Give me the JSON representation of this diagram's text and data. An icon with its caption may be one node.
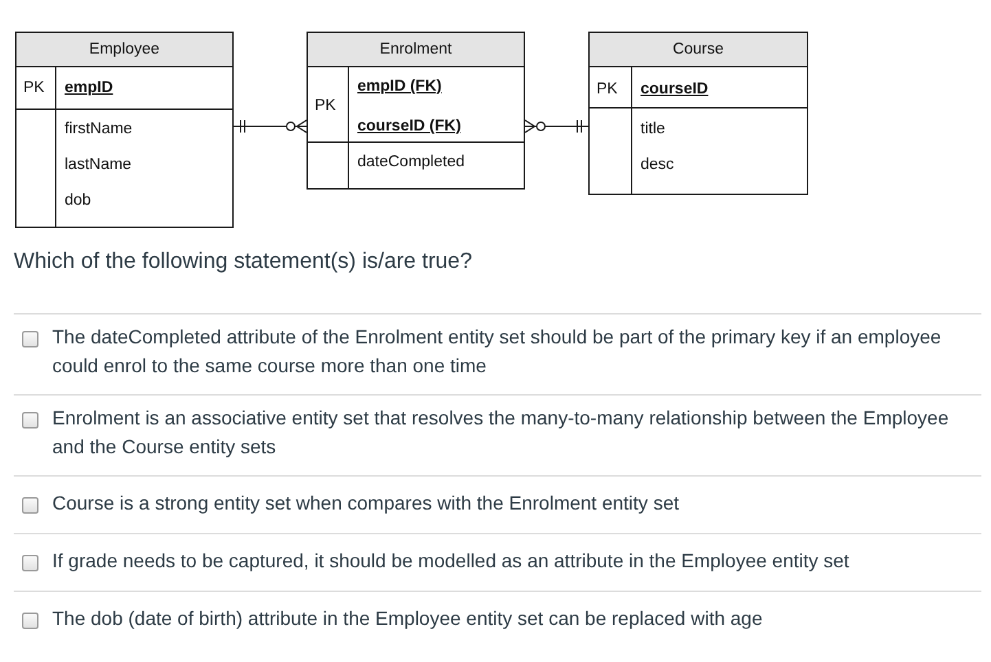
{
  "diagram": {
    "nodes": [
      {
        "text": [
          "Employee",
          "PK",
          "empID",
          "firstName",
          "lastName",
          "dob"
        ]
      },
      {
        "text": [
          "Enrolment",
          "PK",
          "empID (FK)",
          "courseID (FK)",
          "dateCompleted"
        ]
      },
      {
        "text": [
          "Course",
          "PK",
          "courseID",
          "title",
          "desc"
        ]
      }
    ],
    "edges": [
      {
        "from": 0,
        "to": 1,
        "arrow": "other"
      },
      {
        "from": 1,
        "to": 2,
        "arrow": "other"
      }
    ],
    "labels": [
      "Which of the following statement(s) is/are true?",
      "The dateCompleted attribute of the Enrolment entity set should be part of the primary key if an employee could enrol to the same course more than one time",
      "Enrolment is an associative entity set that resolves the many-to-many relationship between the Employee and the Course entity sets",
      "Course is a strong entity set when compares with the Enrolment entity set",
      "If grade needs to be captured, it should be modelled as an attribute in the Employee entity set",
      "The dob (date of birth) attribute in the Employee entity set can be replaced with age"
    ]
  }
}
